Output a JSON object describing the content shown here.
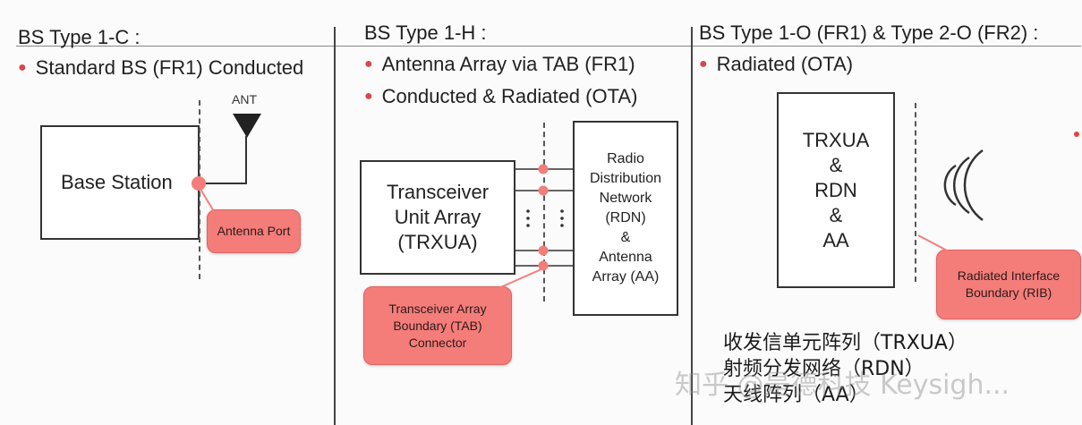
{
  "panel1": {
    "title": "BS Type 1-C :",
    "bullet": "Standard BS (FR1) Conducted",
    "ant_label": "ANT",
    "box_label": "Base Station",
    "callout": "Antenna Port"
  },
  "panel2": {
    "title": "BS Type 1-H :",
    "bullets": [
      "Antenna Array via TAB (FR1)",
      "Conducted & Radiated (OTA)"
    ],
    "left_box": [
      "Transceiver",
      "Unit Array",
      "(TRXUA)"
    ],
    "right_box": [
      "Radio",
      "Distribution",
      "Network",
      "(RDN)",
      "&",
      "Antenna",
      "Array (AA)"
    ],
    "callout": [
      "Transceiver Array",
      "Boundary  (TAB)",
      "Connector"
    ]
  },
  "panel3": {
    "title": "BS Type 1-O (FR1) & Type 2-O (FR2) :",
    "bullet": "Radiated (OTA)",
    "box": [
      "TRXUA",
      "&",
      "RDN",
      "&",
      "AA"
    ],
    "callout": [
      "Radiated Interface",
      "Boundary (RIB)"
    ],
    "notes": [
      "收发信单元阵列（TRXUA）",
      "射频分发网络（RDN）",
      "天线阵列（AA）"
    ]
  },
  "watermark": "知乎 @是德科技 Keysigh...",
  "colors": {
    "accent": "#f47d7a",
    "bullet_dot": "#d8484a",
    "line": "#333333"
  }
}
